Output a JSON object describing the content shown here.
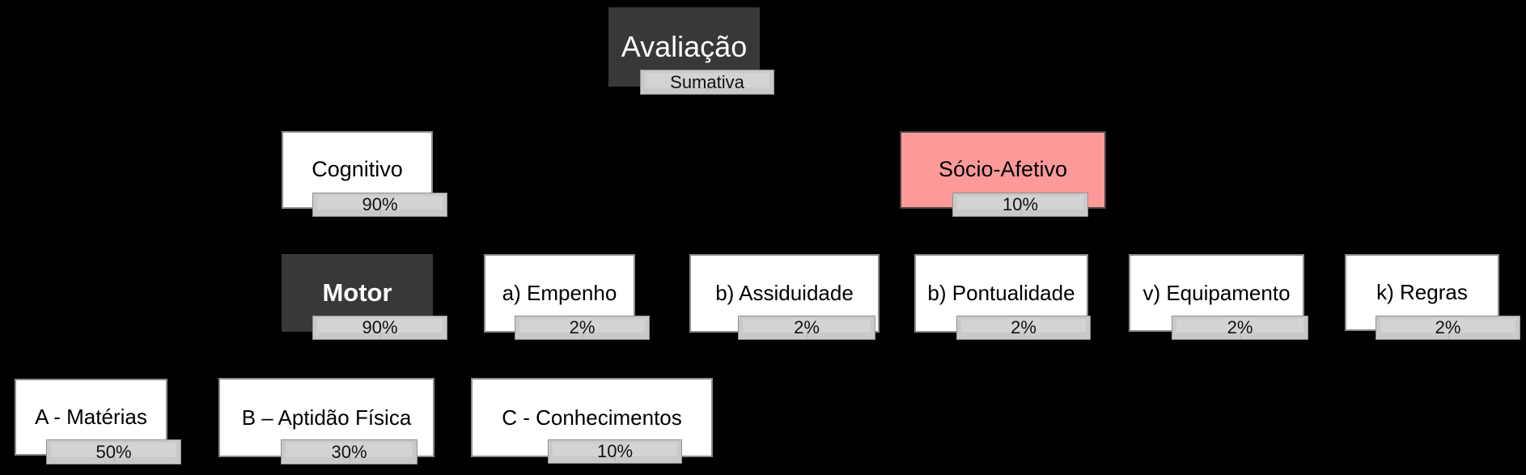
{
  "diagram": {
    "type": "hierarchy-tree",
    "title": "Avaliação Sumativa",
    "levels": [
      [
        "avaliacao"
      ],
      [
        "cognitivo",
        "socio_afetivo"
      ],
      [
        "motor",
        "empenho",
        "assiduidade",
        "pontualidade",
        "equipamento",
        "regras"
      ],
      [
        "materias",
        "aptidao_fisica",
        "conhecimentos"
      ]
    ]
  },
  "nodes": {
    "avaliacao": {
      "label": "Avaliação",
      "badge": "Sumativa"
    },
    "cognitivo": {
      "label": "Cognitivo",
      "weight": "90%"
    },
    "socio_afetivo": {
      "label": "Sócio-Afetivo",
      "weight": "10%"
    },
    "motor": {
      "label": "Motor",
      "weight": "90%"
    },
    "empenho": {
      "label": "a) Empenho",
      "weight": "2%"
    },
    "assiduidade": {
      "label": "b) Assiduidade",
      "weight": "2%"
    },
    "pontualidade": {
      "label": "b) Pontualidade",
      "weight": "2%"
    },
    "equipamento": {
      "label": "v) Equipamento",
      "weight": "2%"
    },
    "regras": {
      "label": "k) Regras",
      "weight": "2%"
    },
    "materias": {
      "label": "A - Matérias",
      "weight": "50%"
    },
    "aptidao_fisica": {
      "label": "B – Aptidão Física",
      "weight": "30%"
    },
    "conhecimentos": {
      "label": "C - Conhecimentos",
      "weight": "10%"
    }
  },
  "colors": {
    "background": "#000000",
    "dark_box": "#383838",
    "dark_box_text": "#ffffff",
    "white_box": "#ffffff",
    "white_box_border": "#8c8c8c",
    "pink_box": "#fc9a9a",
    "pink_box_border": "#4a4040",
    "badge_fill": "#c9c9c9",
    "badge_highlight": "#d3d3d3",
    "badge_border": "#909090",
    "text": "#000000"
  }
}
